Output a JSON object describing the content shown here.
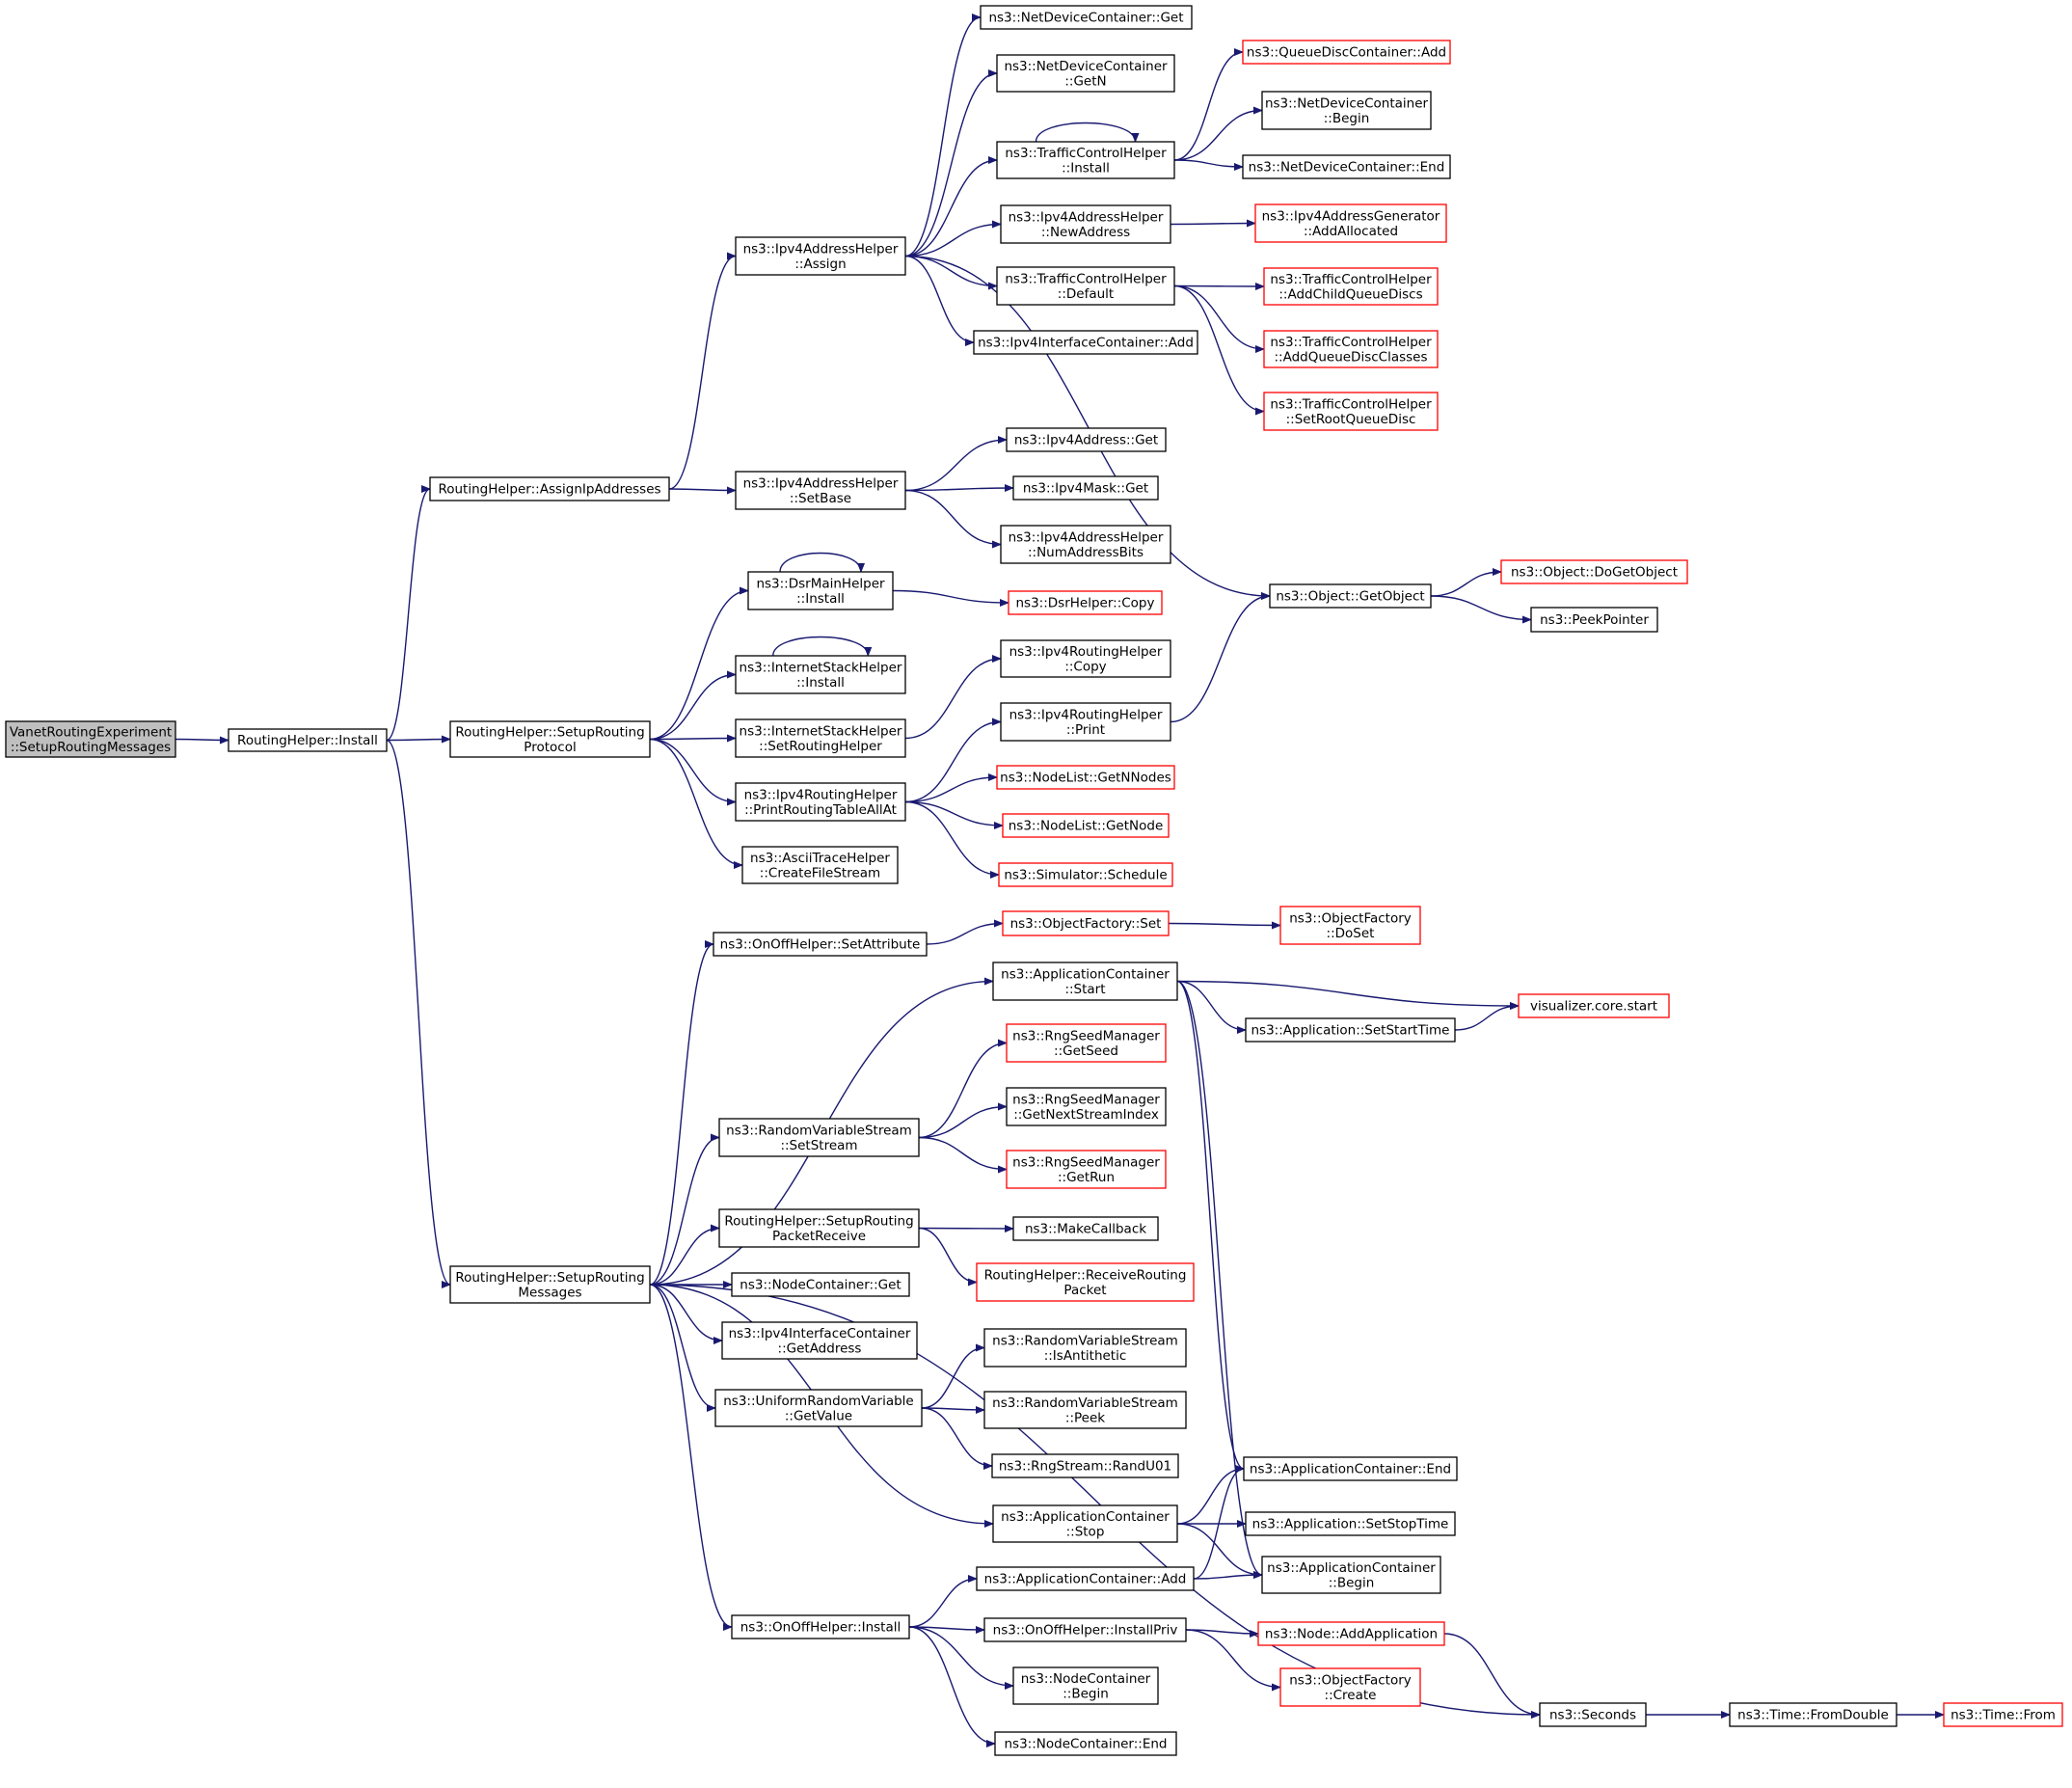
{
  "title": "",
  "colors": {
    "edge": "#191970",
    "node_border_default": "#000000",
    "node_border_truncated": "#ff0000",
    "root_fill": "#bfbfbf",
    "node_fill": "#ffffff"
  },
  "nodes": [
    {
      "id": "root",
      "lines": [
        "VanetRoutingExperiment",
        "::SetupRoutingMessages"
      ],
      "style": "root"
    },
    {
      "id": "rh_install",
      "lines": [
        "RoutingHelper::Install"
      ],
      "style": "normal"
    },
    {
      "id": "rh_assign_ip",
      "lines": [
        "RoutingHelper::AssignIpAddresses"
      ],
      "style": "normal"
    },
    {
      "id": "rh_setup_proto",
      "lines": [
        "RoutingHelper::SetupRouting",
        "Protocol"
      ],
      "style": "normal"
    },
    {
      "id": "rh_setup_msgs",
      "lines": [
        "RoutingHelper::SetupRouting",
        "Messages"
      ],
      "style": "normal"
    },
    {
      "id": "ipv4ah_assign",
      "lines": [
        "ns3::Ipv4AddressHelper",
        "::Assign"
      ],
      "style": "normal"
    },
    {
      "id": "ipv4ah_setbase",
      "lines": [
        "ns3::Ipv4AddressHelper",
        "::SetBase"
      ],
      "style": "normal"
    },
    {
      "id": "ndc_get",
      "lines": [
        "ns3::NetDeviceContainer::Get"
      ],
      "style": "normal"
    },
    {
      "id": "ndc_getn",
      "lines": [
        "ns3::NetDeviceContainer",
        "::GetN"
      ],
      "style": "normal"
    },
    {
      "id": "tch_install",
      "lines": [
        "ns3::TrafficControlHelper",
        "::Install"
      ],
      "style": "normal"
    },
    {
      "id": "ipv4ah_newaddr",
      "lines": [
        "ns3::Ipv4AddressHelper",
        "::NewAddress"
      ],
      "style": "normal"
    },
    {
      "id": "tch_default",
      "lines": [
        "ns3::TrafficControlHelper",
        "::Default"
      ],
      "style": "normal"
    },
    {
      "id": "ipv4ic_add",
      "lines": [
        "ns3::Ipv4InterfaceContainer::Add"
      ],
      "style": "normal"
    },
    {
      "id": "qdc_add",
      "lines": [
        "ns3::QueueDiscContainer::Add"
      ],
      "style": "truncated"
    },
    {
      "id": "ndc_begin",
      "lines": [
        "ns3::NetDeviceContainer",
        "::Begin"
      ],
      "style": "normal"
    },
    {
      "id": "ndc_end",
      "lines": [
        "ns3::NetDeviceContainer::End"
      ],
      "style": "normal"
    },
    {
      "id": "ipv4ag_addalloc",
      "lines": [
        "ns3::Ipv4AddressGenerator",
        "::AddAllocated"
      ],
      "style": "truncated"
    },
    {
      "id": "tch_addchild",
      "lines": [
        "ns3::TrafficControlHelper",
        "::AddChildQueueDiscs"
      ],
      "style": "truncated"
    },
    {
      "id": "tch_addclasses",
      "lines": [
        "ns3::TrafficControlHelper",
        "::AddQueueDiscClasses"
      ],
      "style": "truncated"
    },
    {
      "id": "tch_setroot",
      "lines": [
        "ns3::TrafficControlHelper",
        "::SetRootQueueDisc"
      ],
      "style": "truncated"
    },
    {
      "id": "ipv4addr_get",
      "lines": [
        "ns3::Ipv4Address::Get"
      ],
      "style": "normal"
    },
    {
      "id": "ipv4mask_get",
      "lines": [
        "ns3::Ipv4Mask::Get"
      ],
      "style": "normal"
    },
    {
      "id": "ipv4ah_numbits",
      "lines": [
        "ns3::Ipv4AddressHelper",
        "::NumAddressBits"
      ],
      "style": "normal"
    },
    {
      "id": "obj_getobject",
      "lines": [
        "ns3::Object::GetObject"
      ],
      "style": "normal"
    },
    {
      "id": "obj_dogetobject",
      "lines": [
        "ns3::Object::DoGetObject"
      ],
      "style": "truncated"
    },
    {
      "id": "peekpointer",
      "lines": [
        "ns3::PeekPointer"
      ],
      "style": "normal"
    },
    {
      "id": "dsrmain_install",
      "lines": [
        "ns3::DsrMainHelper",
        "::Install"
      ],
      "style": "normal"
    },
    {
      "id": "dsrhelper_copy",
      "lines": [
        "ns3::DsrHelper::Copy"
      ],
      "style": "truncated"
    },
    {
      "id": "ish_install",
      "lines": [
        "ns3::InternetStackHelper",
        "::Install"
      ],
      "style": "normal"
    },
    {
      "id": "ish_setrouting",
      "lines": [
        "ns3::InternetStackHelper",
        "::SetRoutingHelper"
      ],
      "style": "normal"
    },
    {
      "id": "ipv4rh_print_all",
      "lines": [
        "ns3::Ipv4RoutingHelper",
        "::PrintRoutingTableAllAt"
      ],
      "style": "normal"
    },
    {
      "id": "ascii_create",
      "lines": [
        "ns3::AsciiTraceHelper",
        "::CreateFileStream"
      ],
      "style": "normal"
    },
    {
      "id": "ipv4rh_copy",
      "lines": [
        "ns3::Ipv4RoutingHelper",
        "::Copy"
      ],
      "style": "normal"
    },
    {
      "id": "ipv4rh_print",
      "lines": [
        "ns3::Ipv4RoutingHelper",
        "::Print"
      ],
      "style": "normal"
    },
    {
      "id": "nodelist_getn",
      "lines": [
        "ns3::NodeList::GetNNodes"
      ],
      "style": "truncated"
    },
    {
      "id": "nodelist_get",
      "lines": [
        "ns3::NodeList::GetNode"
      ],
      "style": "truncated"
    },
    {
      "id": "sim_schedule",
      "lines": [
        "ns3::Simulator::Schedule"
      ],
      "style": "truncated"
    },
    {
      "id": "onoff_setattr",
      "lines": [
        "ns3::OnOffHelper::SetAttribute"
      ],
      "style": "normal"
    },
    {
      "id": "objfactory_set",
      "lines": [
        "ns3::ObjectFactory::Set"
      ],
      "style": "truncated"
    },
    {
      "id": "objfactory_doset",
      "lines": [
        "ns3::ObjectFactory",
        "::DoSet"
      ],
      "style": "truncated"
    },
    {
      "id": "appc_start",
      "lines": [
        "ns3::ApplicationContainer",
        "::Start"
      ],
      "style": "normal"
    },
    {
      "id": "viz_start",
      "lines": [
        "visualizer.core.start"
      ],
      "style": "truncated"
    },
    {
      "id": "app_setstart",
      "lines": [
        "ns3::Application::SetStartTime"
      ],
      "style": "normal"
    },
    {
      "id": "rvs_setstream",
      "lines": [
        "ns3::RandomVariableStream",
        "::SetStream"
      ],
      "style": "normal"
    },
    {
      "id": "rng_getseed",
      "lines": [
        "ns3::RngSeedManager",
        "::GetSeed"
      ],
      "style": "truncated"
    },
    {
      "id": "rng_nextstream",
      "lines": [
        "ns3::RngSeedManager",
        "::GetNextStreamIndex"
      ],
      "style": "normal"
    },
    {
      "id": "rng_getrun",
      "lines": [
        "ns3::RngSeedManager",
        "::GetRun"
      ],
      "style": "truncated"
    },
    {
      "id": "rh_setup_recv",
      "lines": [
        "RoutingHelper::SetupRouting",
        "PacketReceive"
      ],
      "style": "normal"
    },
    {
      "id": "makecallback",
      "lines": [
        "ns3::MakeCallback"
      ],
      "style": "normal"
    },
    {
      "id": "rh_receive",
      "lines": [
        "RoutingHelper::ReceiveRouting",
        "Packet"
      ],
      "style": "truncated"
    },
    {
      "id": "nc_get",
      "lines": [
        "ns3::NodeContainer::Get"
      ],
      "style": "normal"
    },
    {
      "id": "ipv4ic_getaddr",
      "lines": [
        "ns3::Ipv4InterfaceContainer",
        "::GetAddress"
      ],
      "style": "normal"
    },
    {
      "id": "urv_getvalue",
      "lines": [
        "ns3::UniformRandomVariable",
        "::GetValue"
      ],
      "style": "normal"
    },
    {
      "id": "rvs_isanti",
      "lines": [
        "ns3::RandomVariableStream",
        "::IsAntithetic"
      ],
      "style": "normal"
    },
    {
      "id": "rvs_peek",
      "lines": [
        "ns3::RandomVariableStream",
        "::Peek"
      ],
      "style": "normal"
    },
    {
      "id": "rngstream_randu",
      "lines": [
        "ns3::RngStream::RandU01"
      ],
      "style": "normal"
    },
    {
      "id": "appc_stop",
      "lines": [
        "ns3::ApplicationContainer",
        "::Stop"
      ],
      "style": "normal"
    },
    {
      "id": "appc_end",
      "lines": [
        "ns3::ApplicationContainer::End"
      ],
      "style": "normal"
    },
    {
      "id": "app_setstop",
      "lines": [
        "ns3::Application::SetStopTime"
      ],
      "style": "normal"
    },
    {
      "id": "appc_begin",
      "lines": [
        "ns3::ApplicationContainer",
        "::Begin"
      ],
      "style": "normal"
    },
    {
      "id": "appc_add",
      "lines": [
        "ns3::ApplicationContainer::Add"
      ],
      "style": "normal"
    },
    {
      "id": "onoff_install",
      "lines": [
        "ns3::OnOffHelper::Install"
      ],
      "style": "normal"
    },
    {
      "id": "onoff_installpriv",
      "lines": [
        "ns3::OnOffHelper::InstallPriv"
      ],
      "style": "normal"
    },
    {
      "id": "node_addapp",
      "lines": [
        "ns3::Node::AddApplication"
      ],
      "style": "truncated"
    },
    {
      "id": "objfactory_create",
      "lines": [
        "ns3::ObjectFactory",
        "::Create"
      ],
      "style": "truncated"
    },
    {
      "id": "nc_begin",
      "lines": [
        "ns3::NodeContainer",
        "::Begin"
      ],
      "style": "normal"
    },
    {
      "id": "nc_end",
      "lines": [
        "ns3::NodeContainer::End"
      ],
      "style": "normal"
    },
    {
      "id": "seconds",
      "lines": [
        "ns3::Seconds"
      ],
      "style": "normal"
    },
    {
      "id": "time_fromdouble",
      "lines": [
        "ns3::Time::FromDouble"
      ],
      "style": "normal"
    },
    {
      "id": "time_from",
      "lines": [
        "ns3::Time::From"
      ],
      "style": "truncated"
    }
  ],
  "edges": [
    [
      "root",
      "rh_install"
    ],
    [
      "rh_install",
      "rh_assign_ip"
    ],
    [
      "rh_install",
      "rh_setup_proto"
    ],
    [
      "rh_install",
      "rh_setup_msgs"
    ],
    [
      "rh_assign_ip",
      "ipv4ah_assign"
    ],
    [
      "rh_assign_ip",
      "ipv4ah_setbase"
    ],
    [
      "ipv4ah_assign",
      "ndc_get"
    ],
    [
      "ipv4ah_assign",
      "ndc_getn"
    ],
    [
      "ipv4ah_assign",
      "tch_install"
    ],
    [
      "ipv4ah_assign",
      "ipv4ah_newaddr"
    ],
    [
      "ipv4ah_assign",
      "tch_default"
    ],
    [
      "ipv4ah_assign",
      "ipv4ic_add"
    ],
    [
      "ipv4ah_assign",
      "obj_getobject"
    ],
    [
      "tch_install",
      "tch_install"
    ],
    [
      "tch_install",
      "qdc_add"
    ],
    [
      "tch_install",
      "ndc_begin"
    ],
    [
      "tch_install",
      "ndc_end"
    ],
    [
      "ipv4ah_newaddr",
      "ipv4ag_addalloc"
    ],
    [
      "tch_default",
      "tch_addchild"
    ],
    [
      "tch_default",
      "tch_addclasses"
    ],
    [
      "tch_default",
      "tch_setroot"
    ],
    [
      "ipv4ah_setbase",
      "ipv4addr_get"
    ],
    [
      "ipv4ah_setbase",
      "ipv4mask_get"
    ],
    [
      "ipv4ah_setbase",
      "ipv4ah_numbits"
    ],
    [
      "obj_getobject",
      "obj_dogetobject"
    ],
    [
      "obj_getobject",
      "peekpointer"
    ],
    [
      "rh_setup_proto",
      "dsrmain_install"
    ],
    [
      "rh_setup_proto",
      "ish_install"
    ],
    [
      "rh_setup_proto",
      "ish_setrouting"
    ],
    [
      "rh_setup_proto",
      "ipv4rh_print_all"
    ],
    [
      "rh_setup_proto",
      "ascii_create"
    ],
    [
      "dsrmain_install",
      "dsrmain_install"
    ],
    [
      "dsrmain_install",
      "dsrhelper_copy"
    ],
    [
      "ish_install",
      "ish_install"
    ],
    [
      "ish_setrouting",
      "ipv4rh_copy"
    ],
    [
      "ipv4rh_print_all",
      "ipv4rh_print"
    ],
    [
      "ipv4rh_print_all",
      "nodelist_getn"
    ],
    [
      "ipv4rh_print_all",
      "nodelist_get"
    ],
    [
      "ipv4rh_print_all",
      "sim_schedule"
    ],
    [
      "ipv4rh_print",
      "obj_getobject"
    ],
    [
      "rh_setup_msgs",
      "onoff_setattr"
    ],
    [
      "rh_setup_msgs",
      "appc_start"
    ],
    [
      "rh_setup_msgs",
      "rvs_setstream"
    ],
    [
      "rh_setup_msgs",
      "rh_setup_recv"
    ],
    [
      "rh_setup_msgs",
      "nc_get"
    ],
    [
      "rh_setup_msgs",
      "ipv4ic_getaddr"
    ],
    [
      "rh_setup_msgs",
      "urv_getvalue"
    ],
    [
      "rh_setup_msgs",
      "appc_stop"
    ],
    [
      "rh_setup_msgs",
      "onoff_install"
    ],
    [
      "rh_setup_msgs",
      "seconds"
    ],
    [
      "onoff_setattr",
      "objfactory_set"
    ],
    [
      "objfactory_set",
      "objfactory_doset"
    ],
    [
      "appc_start",
      "viz_start"
    ],
    [
      "appc_start",
      "app_setstart"
    ],
    [
      "appc_start",
      "appc_end"
    ],
    [
      "appc_start",
      "appc_begin"
    ],
    [
      "app_setstart",
      "viz_start"
    ],
    [
      "rvs_setstream",
      "rng_getseed"
    ],
    [
      "rvs_setstream",
      "rng_nextstream"
    ],
    [
      "rvs_setstream",
      "rng_getrun"
    ],
    [
      "rh_setup_recv",
      "makecallback"
    ],
    [
      "rh_setup_recv",
      "rh_receive"
    ],
    [
      "urv_getvalue",
      "rvs_isanti"
    ],
    [
      "urv_getvalue",
      "rvs_peek"
    ],
    [
      "urv_getvalue",
      "rngstream_randu"
    ],
    [
      "appc_stop",
      "appc_end"
    ],
    [
      "appc_stop",
      "app_setstop"
    ],
    [
      "appc_stop",
      "appc_begin"
    ],
    [
      "onoff_install",
      "appc_add"
    ],
    [
      "onoff_install",
      "onoff_installpriv"
    ],
    [
      "onoff_install",
      "nc_begin"
    ],
    [
      "onoff_install",
      "nc_end"
    ],
    [
      "appc_add",
      "appc_end"
    ],
    [
      "appc_add",
      "appc_begin"
    ],
    [
      "onoff_installpriv",
      "node_addapp"
    ],
    [
      "onoff_installpriv",
      "objfactory_create"
    ],
    [
      "node_addapp",
      "seconds"
    ],
    [
      "seconds",
      "time_fromdouble"
    ],
    [
      "time_fromdouble",
      "time_from"
    ]
  ]
}
